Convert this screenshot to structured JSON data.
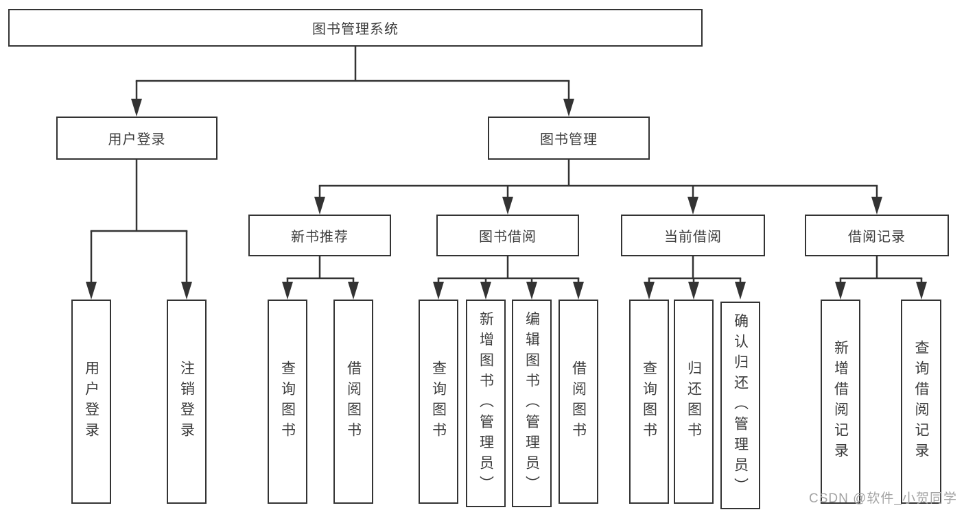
{
  "diagram": {
    "root_label": "图书管理系统",
    "level2": {
      "user_login": "用户登录",
      "book_mgmt": "图书管理"
    },
    "level3": {
      "new_book": "新书推荐",
      "borrow": "图书借阅",
      "current": "当前借阅",
      "records": "借阅记录"
    },
    "leaves": {
      "user_login_1": "用户登录",
      "user_login_2": "注销登录",
      "new_book_1": "查询图书",
      "new_book_2": "借阅图书",
      "borrow_1": "查询图书",
      "borrow_2": "新增图书（管理员）",
      "borrow_3": "编辑图书（管理员）",
      "borrow_4": "借阅图书",
      "current_1": "查询图书",
      "current_2": "归还图书",
      "current_3": "确认归还（管理员）",
      "records_1": "新增借阅记录",
      "records_2": "查询借阅记录"
    }
  },
  "watermark": "CSDN @软件_小贺同学",
  "colors": {
    "box_border": "#333333",
    "line": "#333333",
    "text": "#3c3c3c",
    "background": "#ffffff",
    "watermark": "#a3a3a3"
  }
}
